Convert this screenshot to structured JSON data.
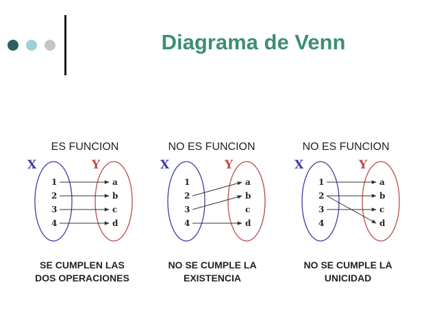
{
  "header": {
    "title": "Diagrama de Venn",
    "dot_colors": [
      "#2e5f5f",
      "#9fd0d6",
      "#c5c5c5"
    ]
  },
  "colors": {
    "domain_set": "#3a3aa0",
    "codomain_set": "#b84a4a",
    "arrows": "#333333",
    "title": "#3c8f6f"
  },
  "diagrams": [
    {
      "label": "ES FUNCION",
      "set_x_label": "X",
      "set_y_label": "Y",
      "domain": [
        "1",
        "2",
        "3",
        "4"
      ],
      "codomain": [
        "a",
        "b",
        "c",
        "d"
      ],
      "mappings": [
        [
          "1",
          "a"
        ],
        [
          "2",
          "b"
        ],
        [
          "3",
          "c"
        ],
        [
          "4",
          "d"
        ]
      ],
      "caption_line1": "SE CUMPLEN LAS",
      "caption_line2": "DOS OPERACIONES"
    },
    {
      "label": "NO ES FUNCION",
      "set_x_label": "X",
      "set_y_label": "Y",
      "domain": [
        "1",
        "2",
        "3",
        "4"
      ],
      "codomain": [
        "a",
        "b",
        "c",
        "d"
      ],
      "mappings": [
        [
          "2",
          "a"
        ],
        [
          "3",
          "b"
        ],
        [
          "4",
          "d"
        ]
      ],
      "caption_line1": "NO SE CUMPLE LA",
      "caption_line2": "EXISTENCIA"
    },
    {
      "label": "NO ES FUNCION",
      "set_x_label": "X",
      "set_y_label": "Y",
      "domain": [
        "1",
        "2",
        "3",
        "4"
      ],
      "codomain": [
        "a",
        "b",
        "c",
        "d"
      ],
      "mappings": [
        [
          "1",
          "a"
        ],
        [
          "2",
          "b"
        ],
        [
          "2",
          "d"
        ],
        [
          "3",
          "c"
        ]
      ],
      "caption_line1": "NO SE CUMPLE LA",
      "caption_line2": "UNICIDAD"
    }
  ]
}
